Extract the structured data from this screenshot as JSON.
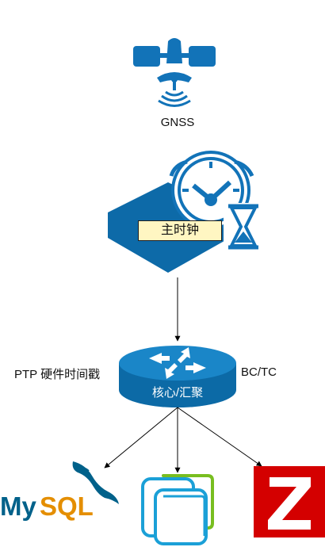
{
  "nodes": {
    "gnss": {
      "label": "GNSS",
      "icon": "satellite-dish-icon"
    },
    "master": {
      "label": "主时钟",
      "icon": "clock-hourglass-icon"
    },
    "router": {
      "label": "核心/汇聚",
      "icon": "router-icon"
    }
  },
  "edge_labels": {
    "left": "PTP 硬件时间戳",
    "right": "BC/TC"
  },
  "endpoints": [
    {
      "name": "MySQL",
      "icon": "mysql-logo-icon"
    },
    {
      "name": "",
      "icon": "vmware-logo-icon"
    },
    {
      "name": "Z",
      "icon": "zabbix-logo-icon"
    }
  ],
  "colors": {
    "brand_blue": "#0d6aa8",
    "router_blue": "#0c71b1",
    "label_bg": "#fff6c2",
    "mysql_blue": "#00618a",
    "mysql_orange": "#e48e00",
    "zabbix_red": "#d40000",
    "vmware_blue": "#1ba0d7",
    "vmware_green": "#78be20"
  }
}
